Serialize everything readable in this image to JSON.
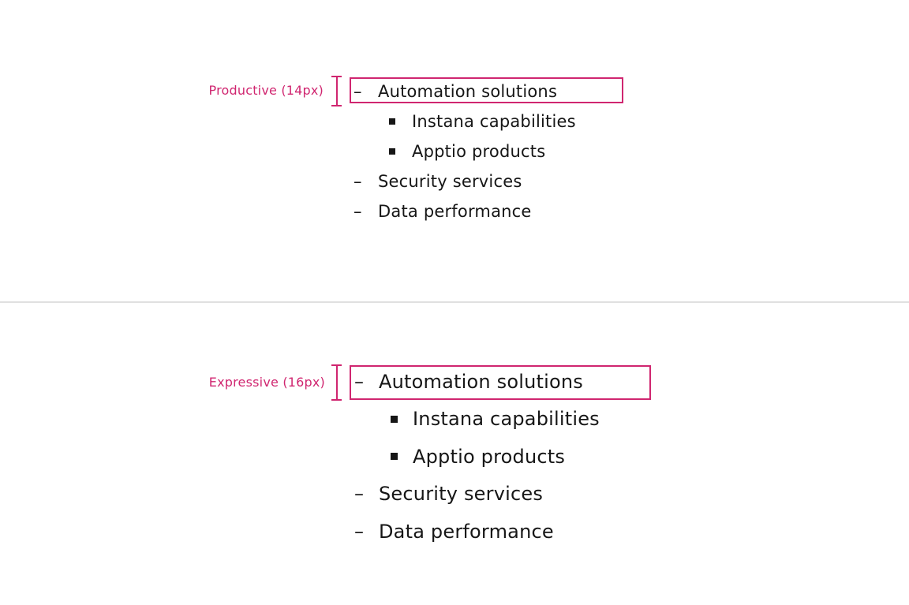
{
  "theme": {
    "accent": "#d02670",
    "text": "#161616",
    "divider": "#e0e0e0",
    "background": "#ffffff"
  },
  "markers": {
    "dash": "–"
  },
  "sections": [
    {
      "label": "Productive (14px)",
      "items": [
        {
          "text": "Automation solutions",
          "level": 1,
          "marker": "dash",
          "boxed": true
        },
        {
          "text": "Instana capabilities",
          "level": 2,
          "marker": "square",
          "boxed": false
        },
        {
          "text": "Apptio products",
          "level": 2,
          "marker": "square",
          "boxed": false
        },
        {
          "text": "Security services",
          "level": 1,
          "marker": "dash",
          "boxed": false
        },
        {
          "text": "Data performance",
          "level": 1,
          "marker": "dash",
          "boxed": false
        }
      ]
    },
    {
      "label": "Expressive (16px)",
      "items": [
        {
          "text": "Automation solutions",
          "level": 1,
          "marker": "dash",
          "boxed": true
        },
        {
          "text": "Instana capabilities",
          "level": 2,
          "marker": "square",
          "boxed": false
        },
        {
          "text": "Apptio products",
          "level": 2,
          "marker": "square",
          "boxed": false
        },
        {
          "text": "Security services",
          "level": 1,
          "marker": "dash",
          "boxed": false
        },
        {
          "text": "Data performance",
          "level": 1,
          "marker": "dash",
          "boxed": false
        }
      ]
    }
  ]
}
